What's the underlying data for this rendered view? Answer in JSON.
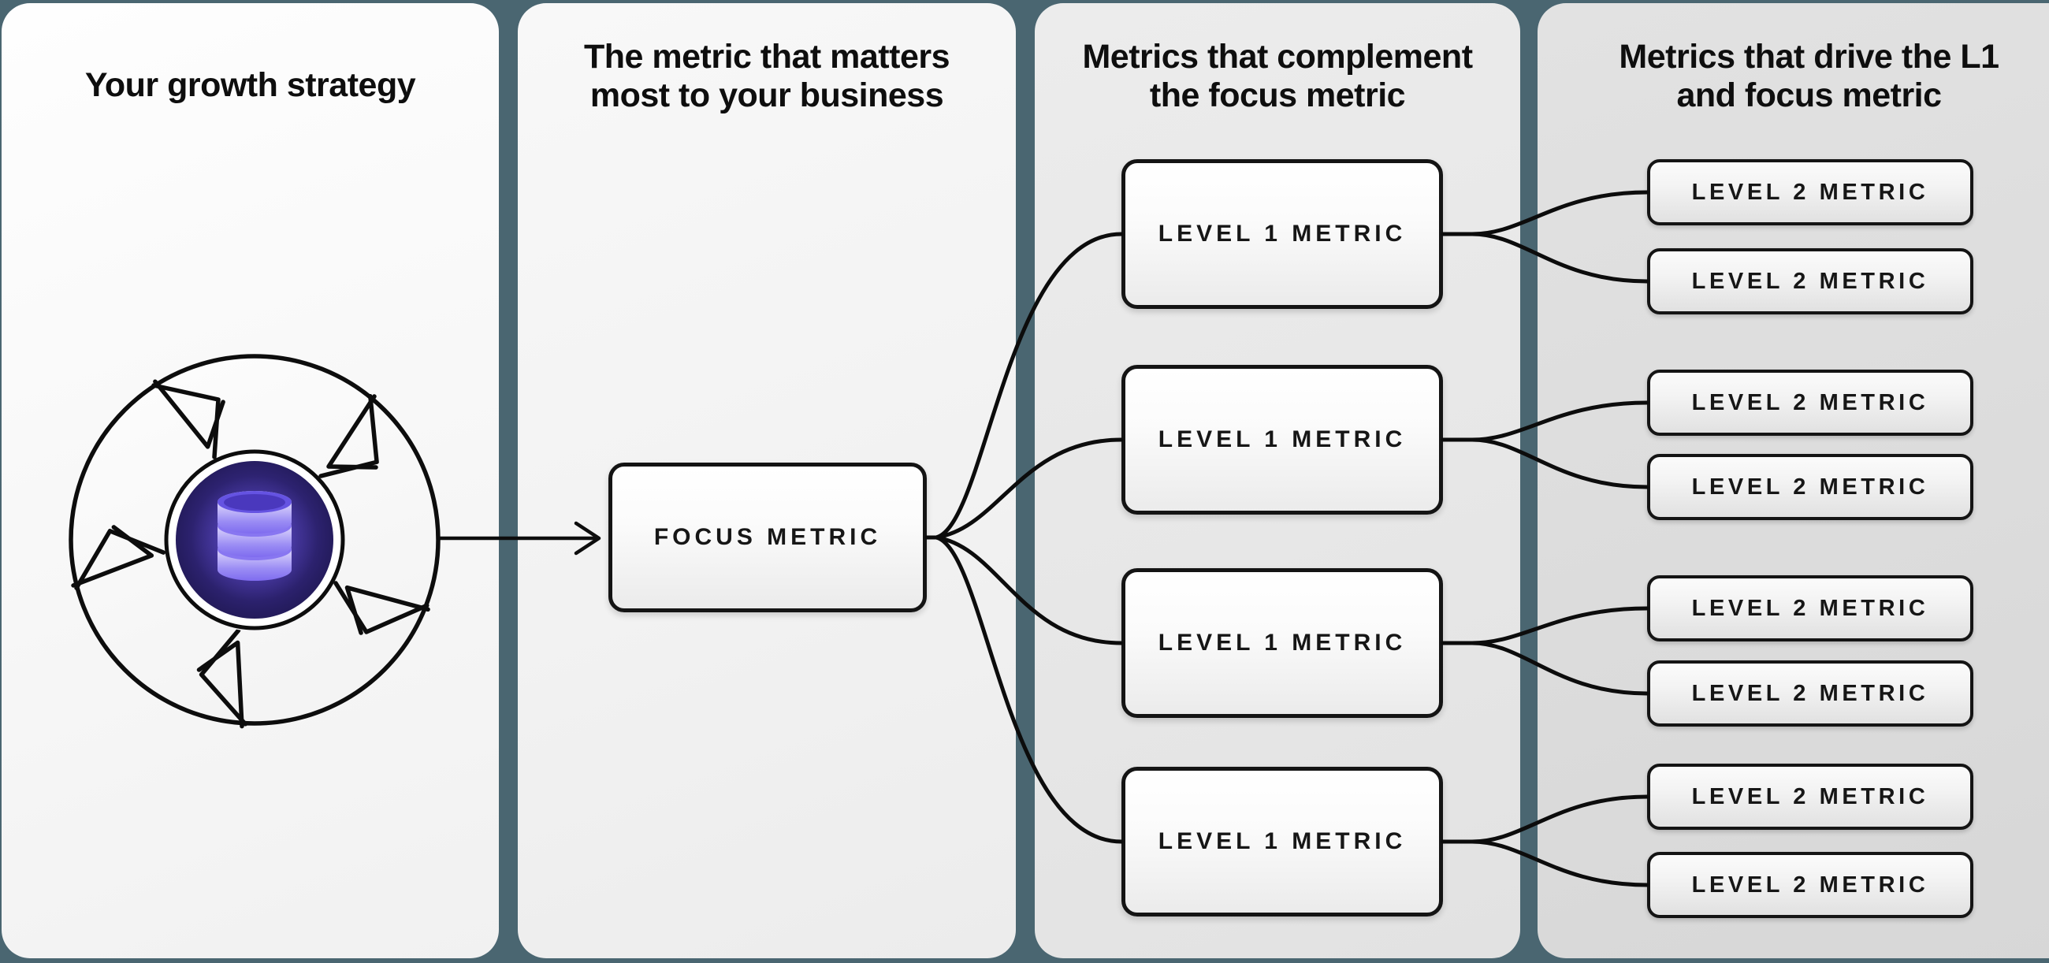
{
  "panels": [
    {
      "id": "strategy",
      "line1": "Your growth strategy",
      "line2": ""
    },
    {
      "id": "focus",
      "line1": "The metric that matters",
      "line2": "most to your business"
    },
    {
      "id": "level1",
      "line1": "Metrics that complement",
      "line2": "the focus metric"
    },
    {
      "id": "level2",
      "line1": "Metrics that drive the L1",
      "line2": "and focus metric"
    }
  ],
  "boxes": {
    "focus": "FOCUS METRIC",
    "l1": [
      "LEVEL 1 METRIC",
      "LEVEL 1 METRIC",
      "LEVEL 1 METRIC",
      "LEVEL 1 METRIC"
    ],
    "l2": [
      "LEVEL 2 METRIC",
      "LEVEL 2 METRIC",
      "LEVEL 2 METRIC",
      "LEVEL 2 METRIC",
      "LEVEL 2 METRIC",
      "LEVEL 2 METRIC",
      "LEVEL 2 METRIC",
      "LEVEL 2 METRIC"
    ]
  },
  "icons": {
    "growth_loop": "growth-loop-pinwheel-icon",
    "database": "database-icon"
  },
  "colors": {
    "background_teal": "#4a6671",
    "panel_light": "#f7f7f7",
    "panel_gray": "#dcdcdc",
    "line_black": "#0d0d0d",
    "accent_purple": "#6553e2",
    "accent_purple_dark": "#241b59",
    "accent_purple_light": "#d9d3fb"
  }
}
